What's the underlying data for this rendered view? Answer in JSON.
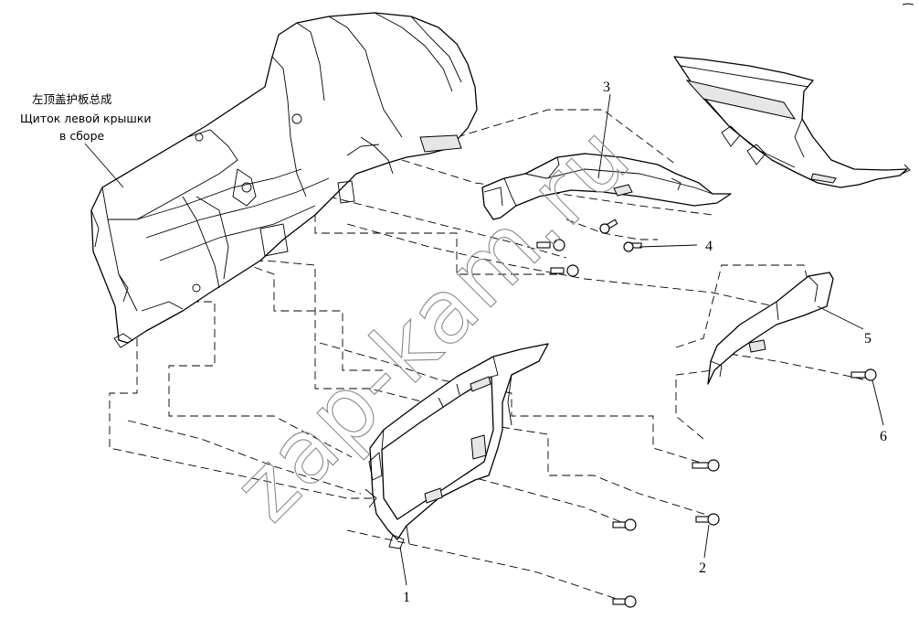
{
  "caption": {
    "line_cn": "左顶盖护板总成",
    "line_ru_1": "Щиток левой крышки",
    "line_ru_2": "в сборе"
  },
  "callouts": [
    "1",
    "2",
    "3",
    "4",
    "5",
    "6"
  ],
  "watermark": "zap-kam.ru"
}
